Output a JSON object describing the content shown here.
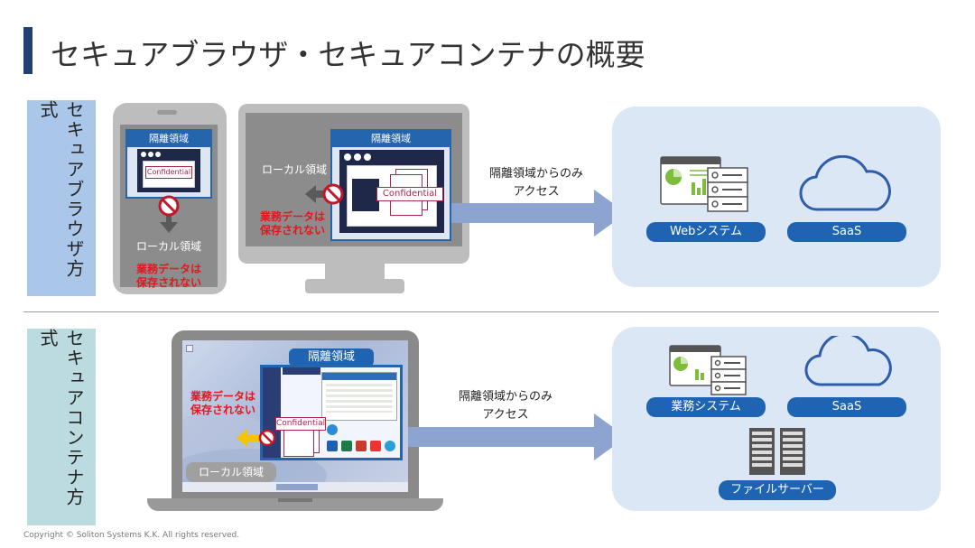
{
  "title": "セキュアブラウザ・セキュアコンテナの概要",
  "section1": {
    "label": "セキュアブラウザ方式",
    "phone": {
      "isolated_area": "隔離領域",
      "confidential": "Confidential",
      "local_area": "ローカル領域",
      "warning": [
        "業務データは",
        "保存されない"
      ]
    },
    "monitor": {
      "isolated_area": "隔離領域",
      "local_area": "ローカル領域",
      "confidential": "Confidential",
      "warning": [
        "業務データは",
        "保存されない"
      ]
    },
    "access": [
      "隔離領域からのみ",
      "アクセス"
    ],
    "systems": [
      "Webシステム",
      "SaaS"
    ]
  },
  "section2": {
    "label": "セキュアコンテナ方式",
    "laptop": {
      "isolated_area": "隔離領域",
      "confidential": "Confidential",
      "warning": [
        "業務データは",
        "保存されない"
      ],
      "local_area": "ローカル領域"
    },
    "access": [
      "隔離領域からのみ",
      "アクセス"
    ],
    "systems": [
      "業務システム",
      "SaaS",
      "ファイルサーバー"
    ]
  },
  "copyright": "Copyright © Soliton Systems K.K. All rights reserved.",
  "colors": {
    "accent_blue": "#1f64b3",
    "title_bar": "#1f3f75",
    "panel": "#dbe7f5",
    "warning_red": "#e4161e",
    "confidential": "#a8284a"
  }
}
